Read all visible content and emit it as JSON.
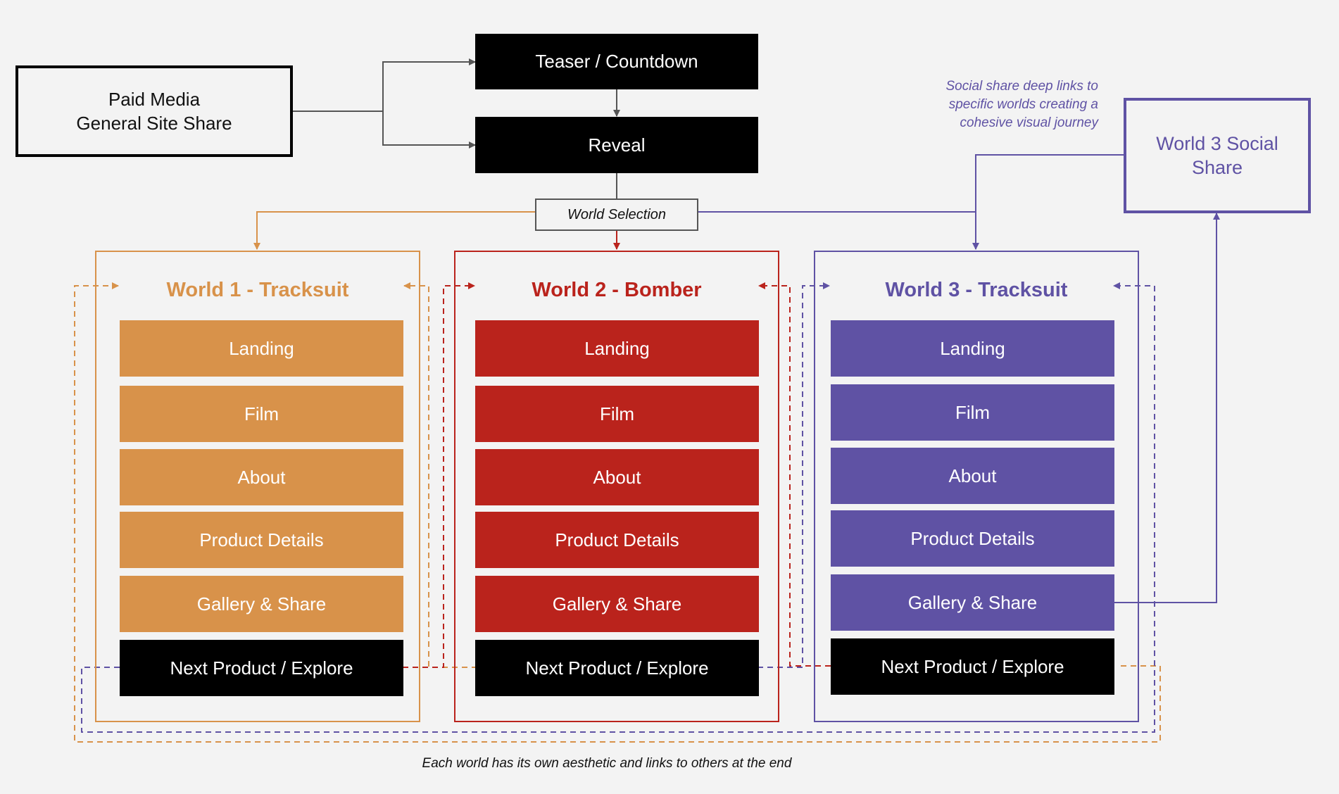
{
  "entry": {
    "line1": "Paid Media",
    "line2": "General Site Share"
  },
  "teaser": {
    "label": "Teaser / Countdown"
  },
  "reveal": {
    "label": "Reveal"
  },
  "world_selection": {
    "label": "World Selection"
  },
  "worlds": [
    {
      "title": "World 1 - Tracksuit",
      "color": "#d8924a",
      "pages": [
        "Landing",
        "Film",
        "About",
        "Product Details",
        "Gallery & Share"
      ],
      "next": "Next Product / Explore"
    },
    {
      "title": "World 2 - Bomber",
      "color": "#ba231c",
      "pages": [
        "Landing",
        "Film",
        "About",
        "Product Details",
        "Gallery & Share"
      ],
      "next": "Next Product / Explore"
    },
    {
      "title": "World 3 - Tracksuit",
      "color": "#5f52a4",
      "pages": [
        "Landing",
        "Film",
        "About",
        "Product Details",
        "Gallery & Share"
      ],
      "next": "Next Product / Explore"
    }
  ],
  "social": {
    "line1": "World 3 Social",
    "line2": "Share",
    "color": "#5f52a4"
  },
  "social_note": [
    "Social share deep links to",
    "specific worlds creating a",
    "cohesive visual journey"
  ],
  "footer_note": "Each world has its own aesthetic and links to others at the end",
  "colors": {
    "background": "#f3f3f3",
    "connector": "#555555",
    "black": "#000000"
  }
}
